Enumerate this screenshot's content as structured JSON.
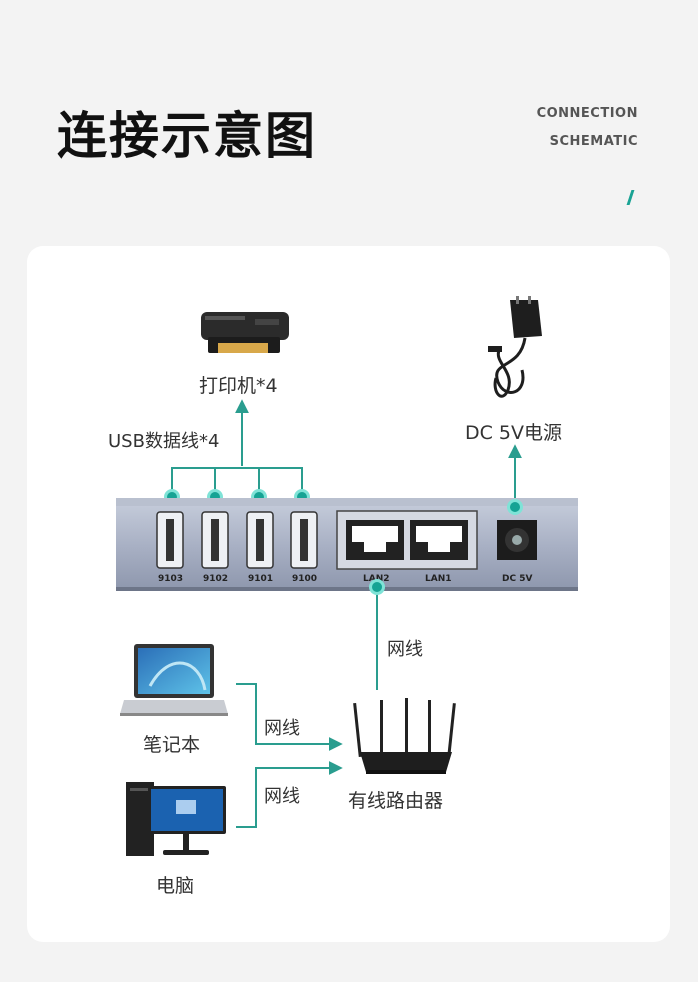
{
  "header": {
    "title": "连接示意图",
    "subtitle_line1": "CONNECTION",
    "subtitle_line2": "SCHEMATIC"
  },
  "diagram": {
    "printer_label": "打印机*4",
    "usb_label": "USB数据线*4",
    "power_label": "DC 5V电源",
    "network_label_top": "网线",
    "network_label_laptop": "网线",
    "network_label_pc": "网线",
    "laptop_label": "笔记本",
    "pc_label": "电脑",
    "router_label": "有线路由器",
    "ports": {
      "usb": [
        "9103",
        "9102",
        "9101",
        "9100"
      ],
      "lan": [
        "LAN2",
        "LAN1"
      ],
      "dc": "DC 5V"
    },
    "colors": {
      "accent": "#1aa394",
      "device_body": "#aab2c5",
      "line_color": "#2a9d8f"
    }
  }
}
